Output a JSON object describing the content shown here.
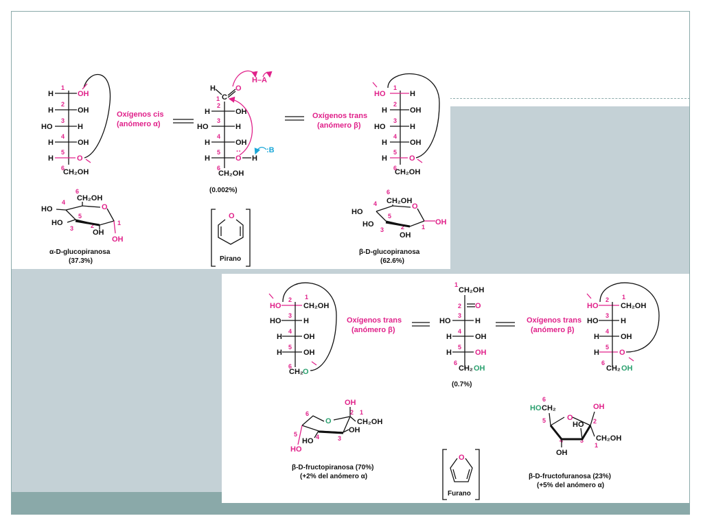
{
  "top": {
    "alpha_label": [
      "Oxígenos cis",
      "(anómero α)"
    ],
    "beta_label": [
      "Oxígenos trans",
      "(anómero β)"
    ],
    "open_percent": "(0.002%)",
    "ha": "H–A",
    "base": ":B",
    "alpha_name": "α-D-glucopiranosa",
    "alpha_percent": "(37.3%)",
    "beta_name": "β-D-glucopiranosa",
    "beta_percent": "(62.6%)",
    "ring_name": "Pirano"
  },
  "bottom": {
    "left_label": [
      "Oxígenos trans",
      "(anómero β)"
    ],
    "right_label": [
      "Oxígenos trans",
      "(anómero β)"
    ],
    "open_percent": "(0.7%)",
    "pyr_name": "β-D-fructopiranosa (70%)",
    "pyr_note": "(+2% del anómero α)",
    "fur_name": "β-D-fructofuranosa (23%)",
    "fur_note": "(+5% del anómero α)",
    "ring_name": "Furano"
  },
  "chem": {
    "H": "H",
    "OH": "OH",
    "HO": "HO",
    "O": "O",
    "C": "C",
    "CH2OH": "CH₂OH",
    "CH2": "CH₂",
    "n1": "1",
    "n2": "2",
    "n3": "3",
    "n4": "4",
    "n5": "5",
    "n6": "6"
  },
  "colors": {
    "magenta": "#e0218a",
    "green": "#2aa06e",
    "cyan": "#1aa7d8",
    "panel_bg": "#c4d1d6",
    "teal": "#8aa9a9"
  }
}
